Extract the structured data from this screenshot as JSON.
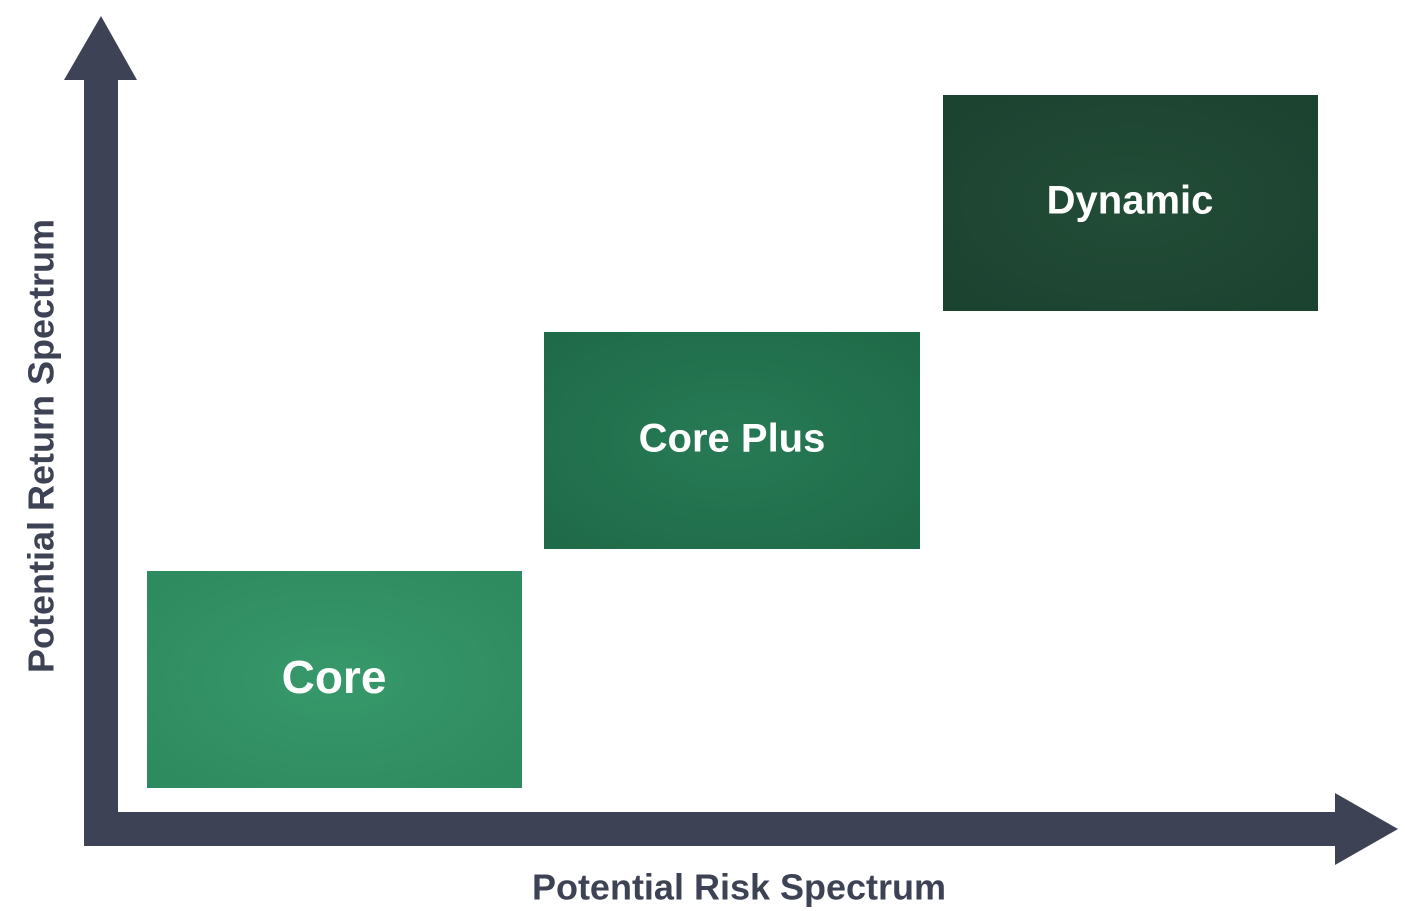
{
  "axes": {
    "y_label": "Potential Return Spectrum",
    "x_label": "Potential Risk Spectrum",
    "color": "#3d4354"
  },
  "boxes": [
    {
      "label": "Core",
      "color": "#37996b",
      "color_dark": "#2e8a5f"
    },
    {
      "label": "Core Plus",
      "color": "#277a55",
      "color_dark": "#1f6b49"
    },
    {
      "label": "Dynamic",
      "color": "#224d37",
      "color_dark": "#1c4230"
    }
  ]
}
